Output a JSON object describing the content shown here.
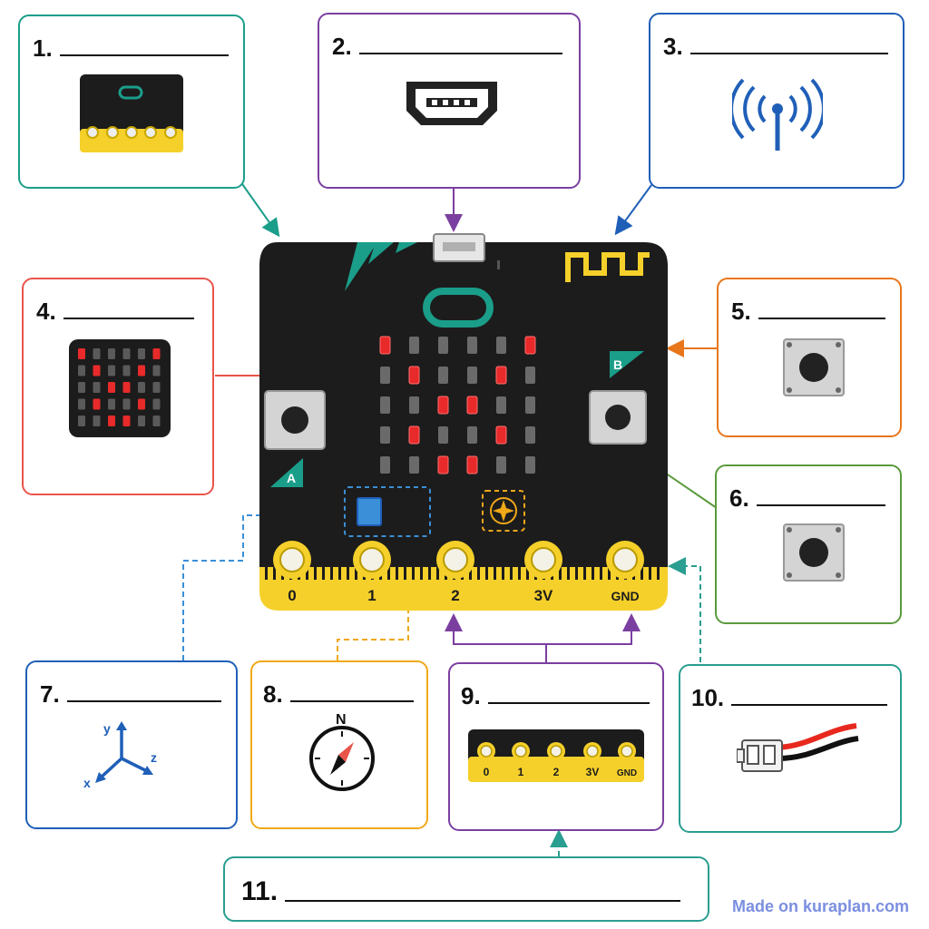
{
  "questions": [
    {
      "num": "1.",
      "topic": "micro:bit board",
      "icon": "microbit-board-icon"
    },
    {
      "num": "2.",
      "topic": "USB port",
      "icon": "usb-port-icon"
    },
    {
      "num": "3.",
      "topic": "radio / bluetooth antenna",
      "icon": "antenna-signal-icon"
    },
    {
      "num": "4.",
      "topic": "LED matrix",
      "icon": "led-matrix-icon"
    },
    {
      "num": "5.",
      "topic": "button B",
      "icon": "push-button-icon"
    },
    {
      "num": "6.",
      "topic": "reset button",
      "icon": "push-button-icon"
    },
    {
      "num": "7.",
      "topic": "accelerometer",
      "icon": "xyz-axes-icon"
    },
    {
      "num": "8.",
      "topic": "compass",
      "icon": "compass-icon"
    },
    {
      "num": "9.",
      "topic": "edge connector pins",
      "icon": "pin-strip-icon"
    },
    {
      "num": "10.",
      "topic": "battery connector",
      "icon": "battery-connector-icon"
    },
    {
      "num": "11.",
      "topic": "",
      "icon": ""
    }
  ],
  "board": {
    "button_a_label": "A",
    "button_b_label": "B",
    "pin_labels": [
      "0",
      "1",
      "2",
      "3V",
      "GND"
    ],
    "led_pattern": [
      [
        1,
        0,
        0,
        0,
        0,
        1
      ],
      [
        0,
        1,
        0,
        0,
        1,
        0
      ],
      [
        0,
        0,
        1,
        1,
        0,
        0
      ],
      [
        0,
        1,
        0,
        0,
        1,
        0
      ],
      [
        0,
        0,
        1,
        1,
        0,
        0
      ]
    ]
  },
  "icons": {
    "axis_labels": {
      "x": "x",
      "y": "y",
      "z": "z"
    },
    "compass_label": "N",
    "strip_pin_labels": [
      "0",
      "1",
      "2",
      "3V",
      "GND"
    ]
  },
  "colors": {
    "teal": "#1a9e8a",
    "purple": "#7b3fa0",
    "blue": "#1f5fb8",
    "red": "#e8544a",
    "orange": "#e8761a",
    "green": "#5a9a3c",
    "amber": "#f0a818",
    "yellow": "#f5d02a",
    "board": "#1c1c1c"
  },
  "footer": "Made on kuraplan.com"
}
